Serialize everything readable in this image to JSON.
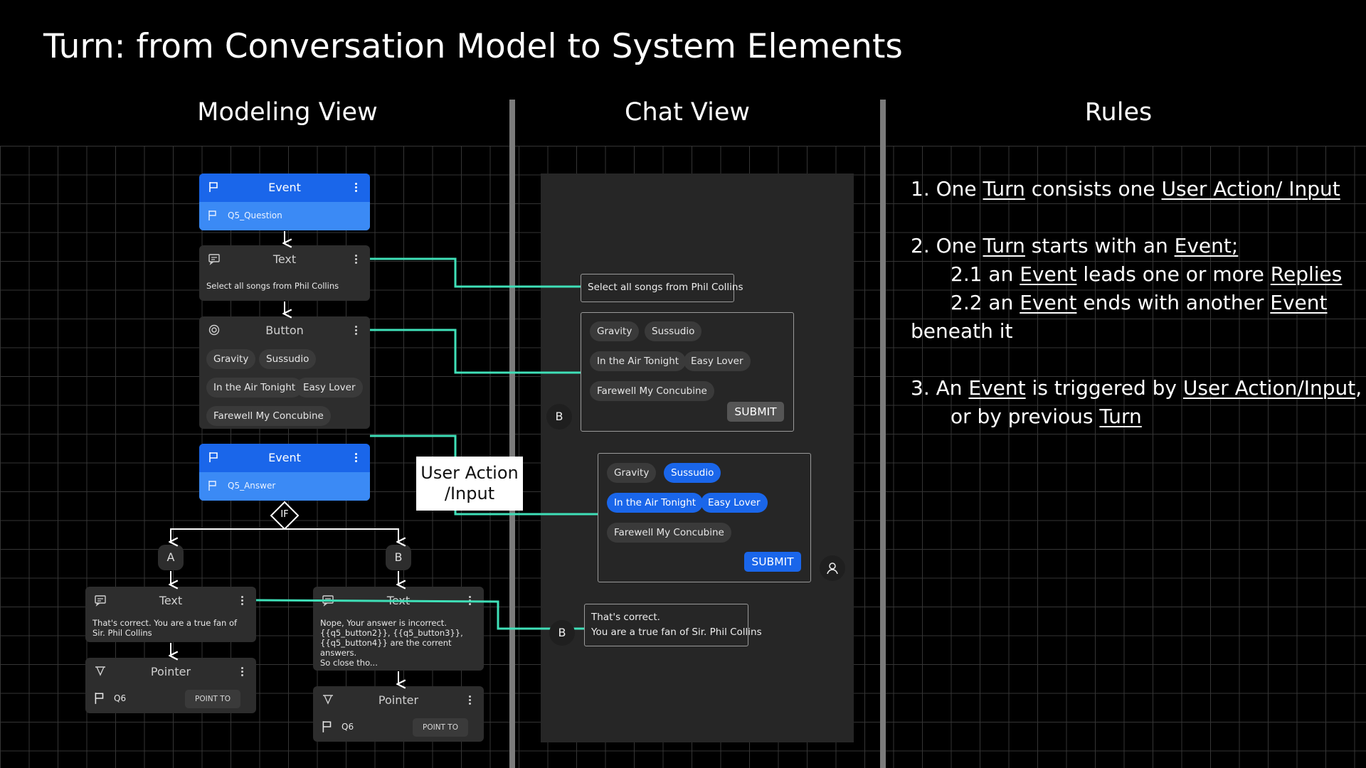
{
  "title": "Turn: from Conversation Model to System Elements",
  "columns": {
    "modeling": "Modeling View",
    "chat": "Chat View",
    "rules": "Rules"
  },
  "colors": {
    "accent": "#1a66ea",
    "connector": "#3fe0b8",
    "panel": "#262626",
    "card": "#2d2d2d"
  },
  "modeling": {
    "event1": {
      "label": "Event",
      "sub": "Q5_Question"
    },
    "text1": {
      "label": "Text",
      "body": "Select all songs from Phil Collins"
    },
    "button": {
      "label": "Button",
      "chips": [
        "Gravity",
        "Sussudio",
        "In the Air Tonight",
        "Easy Lover",
        "Farewell My Concubine"
      ]
    },
    "event2": {
      "label": "Event",
      "sub": "Q5_Answer"
    },
    "if_label": "IF",
    "branch_a": "A",
    "branch_b": "B",
    "textA": {
      "label": "Text",
      "body1": "That's correct. You are a true fan of",
      "body2": "Sir.  Phil Collins"
    },
    "textB": {
      "label": "Text",
      "body1": "Nope, Your answer is incorrect.",
      "body2": "{{q5_button2}}, {{q5_button3}},",
      "body3": "{{q5_button4}} are the corrent answers.",
      "body4": "So close tho..."
    },
    "pointerA": {
      "label": "Pointer",
      "target": "Q6",
      "button": "POINT TO"
    },
    "pointerB": {
      "label": "Pointer",
      "target": "Q6",
      "button": "POINT TO"
    }
  },
  "user_action_label": {
    "line1": "User Action",
    "line2": "/Input"
  },
  "chat": {
    "bot_question": "Select all songs from Phil Collins",
    "bot_avatar": "B",
    "options": [
      "Gravity",
      "Sussudio",
      "In the Air Tonight",
      "Easy Lover",
      "Farewell My Concubine"
    ],
    "submit": "SUBMIT",
    "user_selected": [
      "Sussudio",
      "In the Air Tonight",
      "Easy Lover"
    ],
    "reply_line1": "That's correct.",
    "reply_line2": "You are a true fan of Sir. Phil Collins"
  },
  "rules": {
    "r1": {
      "a": "1. One ",
      "b": "Turn",
      "c": " consists one ",
      "d": "User Action/ Input"
    },
    "r2": {
      "a": "2. One ",
      "b": "Turn",
      "c": " starts with an ",
      "d": "Event;"
    },
    "r21": {
      "a": "2.1 an ",
      "b": "Event",
      "c": " leads one or more ",
      "d": "Replies"
    },
    "r22": {
      "a": "2.2 an ",
      "b": "Event",
      "c": " ends with another ",
      "d": "Event"
    },
    "r22b": "beneath it",
    "r3": {
      "a": "3. An ",
      "b": "Event",
      "c": " is triggered by ",
      "d": "User Action/Input",
      "e": ","
    },
    "r3b": {
      "a": "or by previous ",
      "b": "Turn"
    }
  }
}
